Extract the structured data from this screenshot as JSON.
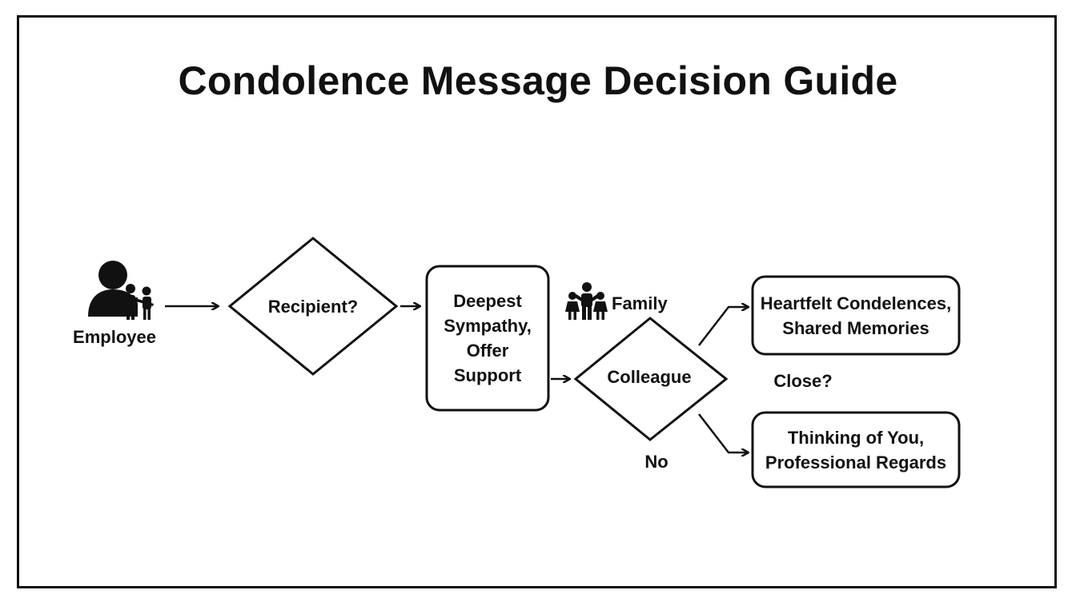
{
  "title": "Condolence Message Decision Guide",
  "nodes": {
    "employee": {
      "label": "Employee",
      "icon": "person-with-family-icon"
    },
    "recipient": {
      "label": "Recipient?"
    },
    "deepest": {
      "label": "Deepest\nSympathy,\nOffer\nSupport"
    },
    "family": {
      "label": "Family",
      "icon": "family-icon"
    },
    "colleague": {
      "label": "Colleague"
    },
    "close": {
      "label": "Close?"
    },
    "no": {
      "label": "No"
    },
    "heartfelt": {
      "label": "Heartfelt Condelences,\nShared Memories"
    },
    "thinking": {
      "label": "Thinking of You,\nProfessional Regards"
    }
  },
  "colors": {
    "stroke": "#111111",
    "background": "#ffffff"
  }
}
